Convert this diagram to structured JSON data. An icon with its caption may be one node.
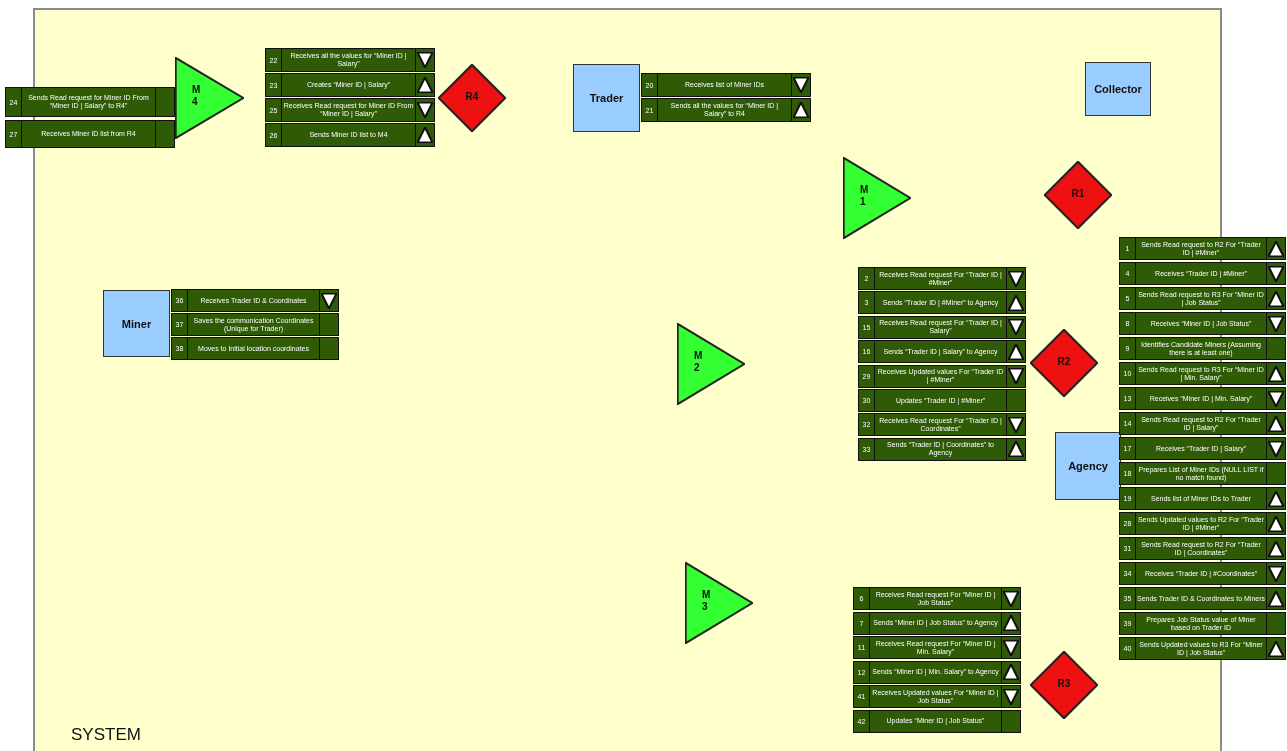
{
  "diagram": {
    "nodes": [
      {
        "text": [
          "SYSTEM"
        ]
      },
      {
        "text": [
          "24",
          "Sends Read request for Miner ID From “Miner ID | Salary” to R4”"
        ]
      },
      {
        "text": [
          "27",
          "Receives Miner ID list from R4"
        ]
      },
      {
        "text": [
          "M 4"
        ],
        "in": 0
      },
      {
        "text": [
          "22",
          "Receives all the values for “Miner ID | Salary”"
        ],
        "in": 0
      },
      {
        "text": [],
        "shape": "down-triangle",
        "in": 4
      },
      {
        "text": [
          "23",
          "Creates “Miner ID | Salary”"
        ],
        "in": 0
      },
      {
        "text": [],
        "shape": "up-triangle",
        "in": 6
      },
      {
        "text": [
          "25",
          "Receives Read request for Miner ID From “Miner ID | Salary”"
        ],
        "in": 0
      },
      {
        "text": [],
        "shape": "down-triangle",
        "in": 8
      },
      {
        "text": [
          "26",
          "Sends Miner ID list to M4"
        ],
        "in": 0
      },
      {
        "text": [],
        "shape": "up-triangle",
        "in": 10
      },
      {
        "text": [
          "R4"
        ],
        "in": 0
      },
      {
        "text": [
          "Trader"
        ],
        "in": 0
      },
      {
        "text": [
          "20",
          "Receives list of Miner IDs"
        ],
        "in": 0
      },
      {
        "text": [],
        "shape": "down-triangle",
        "in": 14
      },
      {
        "text": [
          "21",
          "Sends all the values for “Miner ID | Salary” to R4"
        ],
        "in": 0
      },
      {
        "text": [],
        "shape": "up-triangle",
        "in": 16
      },
      {
        "text": [
          "Collector"
        ],
        "in": 0
      },
      {
        "text": [
          "M 1"
        ],
        "in": 0
      },
      {
        "text": [
          "R1"
        ],
        "in": 0
      },
      {
        "text": [
          "1",
          "Sends Read request to R2 For “Trader ID | #Miner”"
        ]
      },
      {
        "text": [],
        "shape": "up-triangle",
        "in": 21
      },
      {
        "text": [
          "4",
          "Receives “Trader ID | #Miner”"
        ]
      },
      {
        "text": [],
        "shape": "down-triangle",
        "in": 23
      },
      {
        "text": [
          "5",
          "Sends Read request to R3 For “Miner ID | Job Status”"
        ]
      },
      {
        "text": [],
        "shape": "up-triangle",
        "in": 25
      },
      {
        "text": [
          "8",
          "Receives “Miner ID | Job Status”"
        ]
      },
      {
        "text": [],
        "shape": "down-triangle",
        "in": 27
      },
      {
        "text": [
          "9",
          "Identifies Candidate Miners (Assuming there is at least one)"
        ]
      },
      {
        "text": [
          "10",
          "Sends Read request to R3 For “Miner ID | Min. Salary”"
        ]
      },
      {
        "text": [],
        "shape": "up-triangle",
        "in": 30
      },
      {
        "text": [
          "13",
          "Receives “Miner ID | Min. Salary”"
        ]
      },
      {
        "text": [],
        "shape": "down-triangle",
        "in": 32
      },
      {
        "text": [
          "14",
          "Sends Read request to R2 For “Trader ID | Salary”"
        ]
      },
      {
        "text": [],
        "shape": "up-triangle",
        "in": 34
      },
      {
        "text": [
          "17",
          "Receives “Trader ID | Salary”"
        ]
      },
      {
        "text": [],
        "shape": "down-triangle",
        "in": 36
      },
      {
        "text": [
          "18",
          "Prepares List of Miner IDs (NULL LIST if no match found)"
        ]
      },
      {
        "text": [
          "19",
          "Sends list of Miner IDs to Trader"
        ]
      },
      {
        "text": [],
        "shape": "up-triangle",
        "in": 39
      },
      {
        "text": [
          "28",
          "Sends Updated values to R2 For “Trader ID | #Miner”"
        ]
      },
      {
        "text": [],
        "shape": "up-triangle",
        "in": 41
      },
      {
        "text": [
          "31",
          "Sends Read request to R2 For “Trader ID | Coordinates”"
        ]
      },
      {
        "text": [],
        "shape": "up-triangle",
        "in": 43
      },
      {
        "text": [
          "34",
          "Receives “Trader ID | #Coordinates”"
        ]
      },
      {
        "text": [],
        "shape": "down-triangle",
        "in": 45
      },
      {
        "text": [
          "35",
          "Sends Trader ID & Coordinates to Miners"
        ]
      },
      {
        "text": [],
        "shape": "up-triangle",
        "in": 47
      },
      {
        "text": [
          "39",
          "Prepares Job Status value of Miner based on Trader ID"
        ]
      },
      {
        "text": [
          "40",
          "Sends Updated values to R3 For “Miner ID | Job Status”"
        ]
      },
      {
        "text": [],
        "shape": "up-triangle",
        "in": 50
      },
      {
        "text": [
          "Miner"
        ],
        "in": 0
      },
      {
        "text": [
          "36",
          "Receives Trader ID & Coordinates"
        ],
        "in": 0
      },
      {
        "text": [],
        "shape": "down-triangle",
        "in": 53
      },
      {
        "text": [
          "37",
          "Saves the communication Coordinates (Unique for Trader)"
        ],
        "in": 0
      },
      {
        "text": [
          "38",
          "Moves to Initial location coordinates"
        ],
        "in": 0
      },
      {
        "text": [
          "M 2"
        ],
        "in": 0
      },
      {
        "text": [
          "2",
          "Receives Read request For “Trader ID | #Miner”"
        ],
        "in": 0
      },
      {
        "text": [],
        "shape": "down-triangle",
        "in": 58
      },
      {
        "text": [
          "3",
          "Sends “Trader ID | #Miner” to Agency"
        ],
        "in": 0
      },
      {
        "text": [],
        "shape": "up-triangle",
        "in": 60
      },
      {
        "text": [
          "15",
          "Receives Read request For “Trader ID | Salary”"
        ],
        "in": 0
      },
      {
        "text": [],
        "shape": "down-triangle",
        "in": 62
      },
      {
        "text": [
          "16",
          "Sends “Trader ID | Salary” to Agency"
        ],
        "in": 0
      },
      {
        "text": [],
        "shape": "up-triangle",
        "in": 64
      },
      {
        "text": [
          "29",
          "Receives Updated values For “Trader ID | #Miner”"
        ],
        "in": 0
      },
      {
        "text": [],
        "shape": "down-triangle",
        "in": 66
      },
      {
        "text": [
          "30",
          "Updates “Trader ID | #Miner”"
        ],
        "in": 0
      },
      {
        "text": [
          "32",
          "Receives Read request For “Trader ID | Coordinates”"
        ],
        "in": 0
      },
      {
        "text": [],
        "shape": "down-triangle",
        "in": 69
      },
      {
        "text": [
          "33",
          "Sends “Trader ID | Coordinates” to Agency"
        ],
        "in": 0
      },
      {
        "text": [],
        "shape": "up-triangle",
        "in": 71
      },
      {
        "text": [
          "R2"
        ],
        "in": 0
      },
      {
        "text": [
          "Agency"
        ],
        "in": 0
      },
      {
        "text": [
          "M 3"
        ],
        "in": 0
      },
      {
        "text": [
          "6",
          "Receives Read request For “Miner ID | Job Status”"
        ],
        "in": 0
      },
      {
        "text": [],
        "shape": "down-triangle",
        "in": 76
      },
      {
        "text": [
          "7",
          "Sends “Miner ID | Job Status” to Agency"
        ],
        "in": 0
      },
      {
        "text": [],
        "shape": "up-triangle",
        "in": 78
      },
      {
        "text": [
          "11",
          "Receives Read request For “Miner ID | Min. Salary”"
        ],
        "in": 0
      },
      {
        "text": [],
        "shape": "down-triangle",
        "in": 80
      },
      {
        "text": [
          "12",
          "Sends “Miner ID | Min. Salary” to Agency"
        ],
        "in": 0
      },
      {
        "text": [],
        "shape": "up-triangle",
        "in": 82
      },
      {
        "text": [
          "41",
          "Receives Updated values For “Miner ID | Job Status”"
        ],
        "in": 0
      },
      {
        "text": [],
        "shape": "down-triangle",
        "in": 84
      },
      {
        "text": [
          "42",
          "Updates “Miner ID | Job Status”"
        ],
        "in": 0
      },
      {
        "text": [
          "R3"
        ],
        "in": 0
      }
    ]
  }
}
